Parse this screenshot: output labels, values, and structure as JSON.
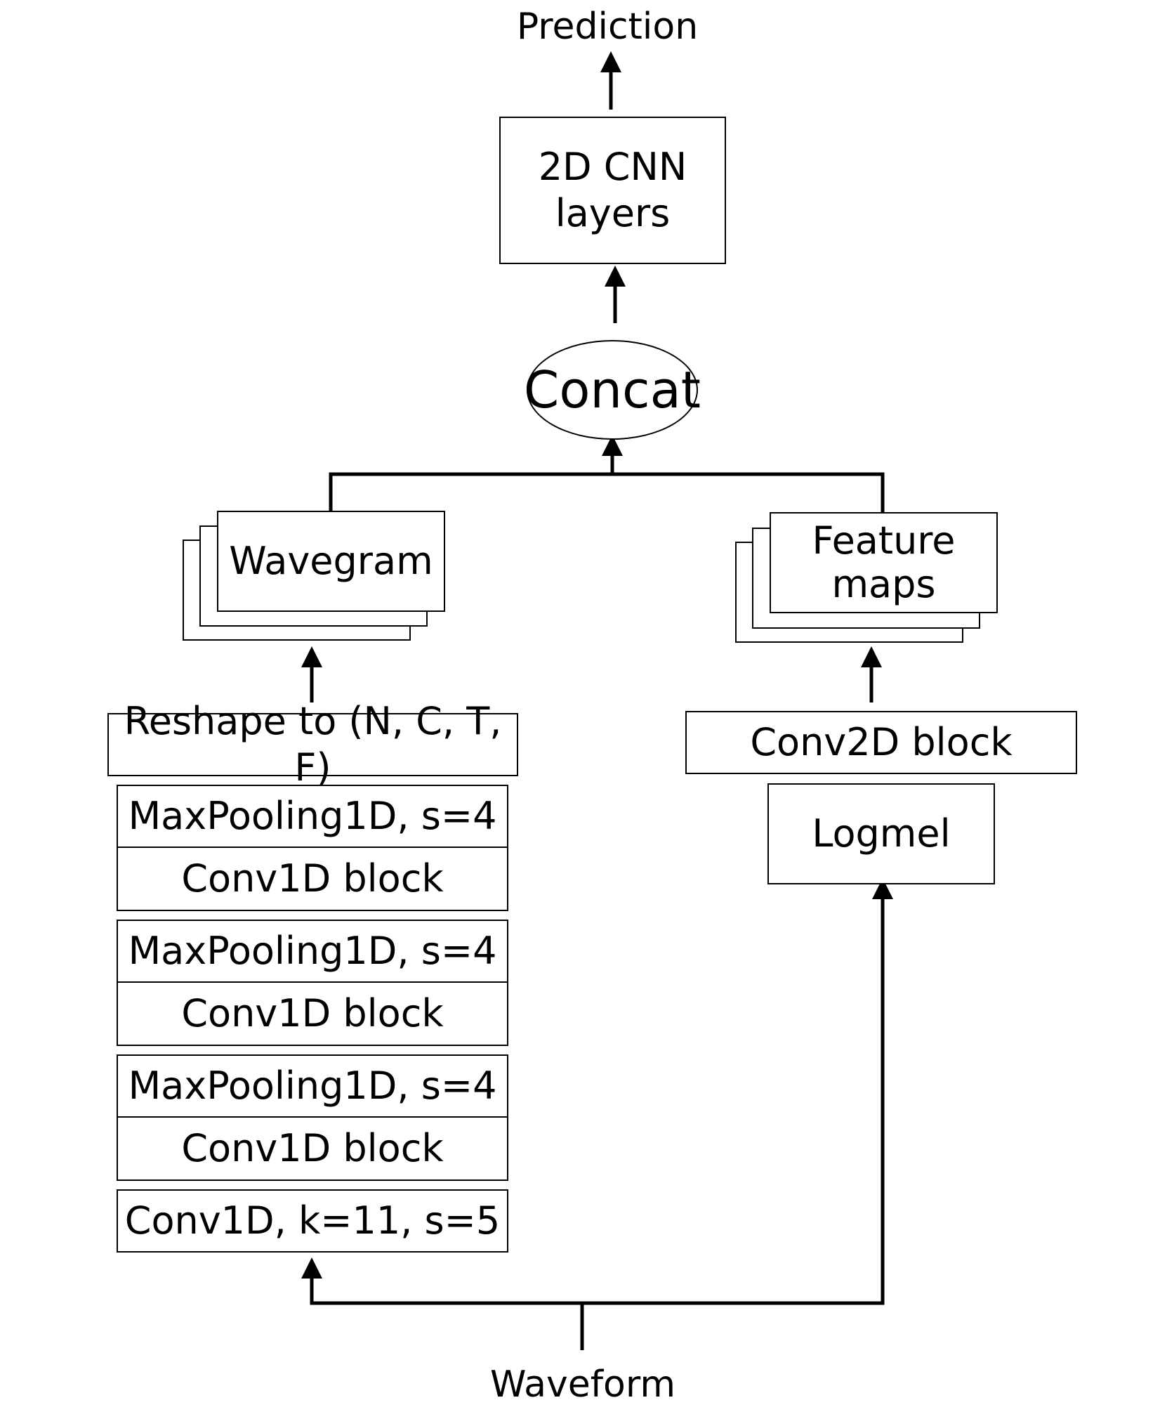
{
  "output_label": "Prediction",
  "cnn_block": {
    "line1": "2D CNN",
    "line2": "layers"
  },
  "concat_label": "Concat",
  "wavegram_label": "Wavegram",
  "feature_maps": {
    "line1": "Feature",
    "line2": "maps"
  },
  "wave_branch": {
    "reshape": "Reshape to (N, C, T, F)",
    "groups": [
      {
        "pool": "MaxPooling1D, s=4",
        "conv": "Conv1D block"
      },
      {
        "pool": "MaxPooling1D, s=4",
        "conv": "Conv1D block"
      },
      {
        "pool": "MaxPooling1D, s=4",
        "conv": "Conv1D block"
      }
    ],
    "first_conv": "Conv1D, k=11, s=5"
  },
  "mel_branch": {
    "conv2d": "Conv2D block",
    "logmel": "Logmel"
  },
  "input_label": "Waveform"
}
